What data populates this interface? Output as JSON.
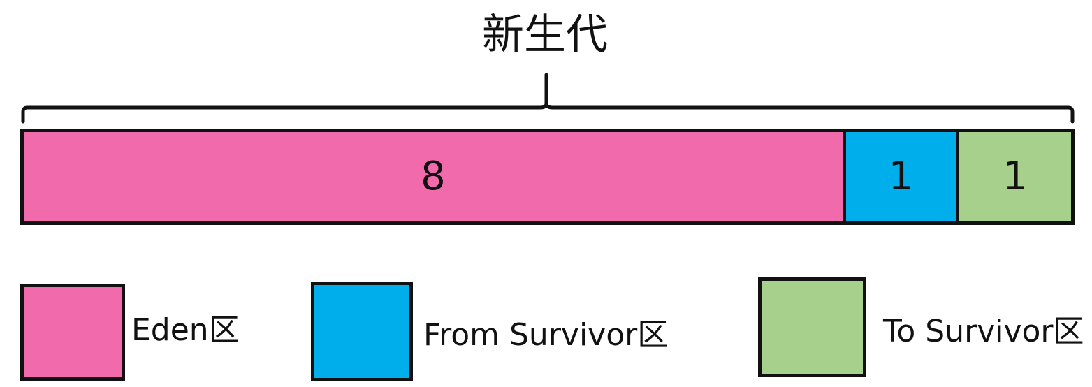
{
  "diagram": {
    "title": "新生代",
    "colors": {
      "eden": "#f06aac",
      "from_survivor": "#00aeec",
      "to_survivor": "#a8d08d",
      "border": "#111111"
    },
    "regions": [
      {
        "name": "Eden区",
        "ratio": "8",
        "color": "#f06aac"
      },
      {
        "name": "From Survivor区",
        "ratio": "1",
        "color": "#00aeec"
      },
      {
        "name": "To Survivor区",
        "ratio": "1",
        "color": "#a8d08d"
      }
    ]
  }
}
